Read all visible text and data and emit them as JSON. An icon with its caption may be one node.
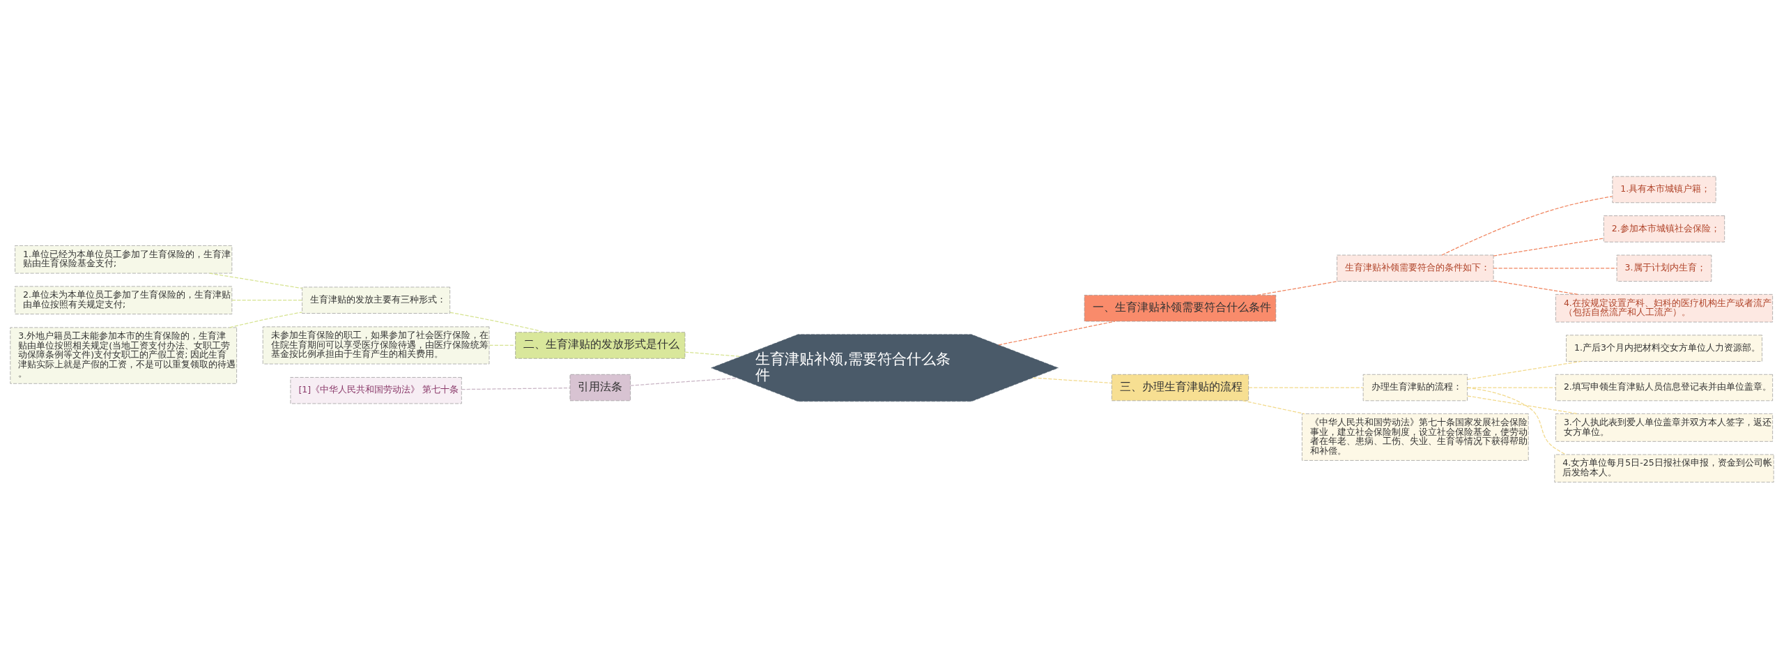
{
  "diagram": {
    "nodes": [
      {
        "text": [
          "生育津贴补领,需要符合什么条件"
        ]
      },
      {
        "text": [
          "一、生育津贴补领需要符合什么条件"
        ]
      },
      {
        "text": [
          "生育津贴补领需要符合的条件如下："
        ]
      },
      {
        "text": [
          "1.具有本市城镇户籍；"
        ]
      },
      {
        "text": [
          "2.参加本市城镇社会保险；"
        ]
      },
      {
        "text": [
          "3.属于计划内生育；"
        ]
      },
      {
        "text": [
          "4.在按规定设置产科、妇科的医疗机构生产或者流产（包括自然流产和人工流产）。"
        ]
      },
      {
        "text": [
          "二、生育津贴的发放形式是什么"
        ]
      },
      {
        "text": [
          "生育津贴的发放主要有三种形式："
        ]
      },
      {
        "text": [
          "1.单位已经为本单位员工参加了生育保险的，生育津贴由生育保险基金支付;"
        ]
      },
      {
        "text": [
          "2.单位未为本单位员工参加了生育保险的，生育津贴由单位按照有关规定支付;"
        ]
      },
      {
        "text": [
          "3.外地户籍员工未能参加本市的生育保险的，生育津贴由单位按照相关规定(当地工资支付办法、女职工劳动保障条例等文件)支付女职工的产假工资; 因此生育津贴实际上就是产假的工资，不是可以重复领取的待遇。"
        ]
      },
      {
        "text": [
          "未参加生育保险的职工，如果参加了社会医疗保险，在住院生育期间可以享受医疗保险待遇，由医疗保险统筹基金按比例承担由于生育产生的相关费用。"
        ]
      },
      {
        "text": [
          "三、办理生育津贴的流程"
        ]
      },
      {
        "text": [
          "办理生育津贴的流程："
        ]
      },
      {
        "text": [
          "1.产后3个月内把材料交女方单位人力资源部。"
        ]
      },
      {
        "text": [
          "2.填写申领生育津贴人员信息登记表并由单位盖章。"
        ]
      },
      {
        "text": [
          "3.个人执此表到爱人单位盖章并双方本人签字，返还女方单位。"
        ]
      },
      {
        "text": [
          "4.女方单位每月5日-25日报社保申报，资金到公司帐后发给本人。"
        ]
      },
      {
        "text": [
          "《中华人民共和国劳动法》第七十条国家发展社会保险事业，建立社会保险制度，设立社会保险基金，使劳动者在年老、患病、工伤、失业、生育等情况下获得帮助和补偿。"
        ]
      },
      {
        "text": [
          "引用法条"
        ]
      },
      {
        "text": [
          "[1]《中华人民共和国劳动法》 第七十条"
        ]
      }
    ],
    "edges": [
      {
        "from": 0,
        "to": 1,
        "arrow": "none",
        "style": "dashed",
        "color": "#f0845e"
      },
      {
        "from": 1,
        "to": 2,
        "arrow": "none",
        "style": "dashed",
        "color": "#f0845e"
      },
      {
        "from": 2,
        "to": 3,
        "arrow": "none",
        "style": "dashed",
        "color": "#f0845e"
      },
      {
        "from": 2,
        "to": 4,
        "arrow": "none",
        "style": "dashed",
        "color": "#f0845e"
      },
      {
        "from": 2,
        "to": 5,
        "arrow": "none",
        "style": "dashed",
        "color": "#f0845e"
      },
      {
        "from": 2,
        "to": 6,
        "arrow": "none",
        "style": "dashed",
        "color": "#f0845e"
      },
      {
        "from": 0,
        "to": 7,
        "arrow": "none",
        "style": "dashed",
        "color": "#d6e390"
      },
      {
        "from": 7,
        "to": 8,
        "arrow": "none",
        "style": "dashed",
        "color": "#d6e390"
      },
      {
        "from": 8,
        "to": 9,
        "arrow": "none",
        "style": "dashed",
        "color": "#d6e390"
      },
      {
        "from": 8,
        "to": 10,
        "arrow": "none",
        "style": "dashed",
        "color": "#d6e390"
      },
      {
        "from": 8,
        "to": 11,
        "arrow": "none",
        "style": "dashed",
        "color": "#d6e390"
      },
      {
        "from": 7,
        "to": 12,
        "arrow": "none",
        "style": "dashed",
        "color": "#d6e390"
      },
      {
        "from": 0,
        "to": 13,
        "arrow": "none",
        "style": "dashed",
        "color": "#f2d98a"
      },
      {
        "from": 13,
        "to": 14,
        "arrow": "none",
        "style": "dashed",
        "color": "#f2d98a"
      },
      {
        "from": 14,
        "to": 15,
        "arrow": "none",
        "style": "dashed",
        "color": "#f2d98a"
      },
      {
        "from": 14,
        "to": 16,
        "arrow": "none",
        "style": "dashed",
        "color": "#f2d98a"
      },
      {
        "from": 14,
        "to": 17,
        "arrow": "none",
        "style": "dashed",
        "color": "#f2d98a"
      },
      {
        "from": 14,
        "to": 18,
        "arrow": "none",
        "style": "dashed",
        "color": "#f2d98a"
      },
      {
        "from": 13,
        "to": 19,
        "arrow": "none",
        "style": "dashed",
        "color": "#f2d98a"
      },
      {
        "from": 0,
        "to": 20,
        "arrow": "none",
        "style": "dashed",
        "color": "#c8b4c4"
      },
      {
        "from": 20,
        "to": 21,
        "arrow": "none",
        "style": "dashed",
        "color": "#c8b4c4"
      }
    ]
  }
}
